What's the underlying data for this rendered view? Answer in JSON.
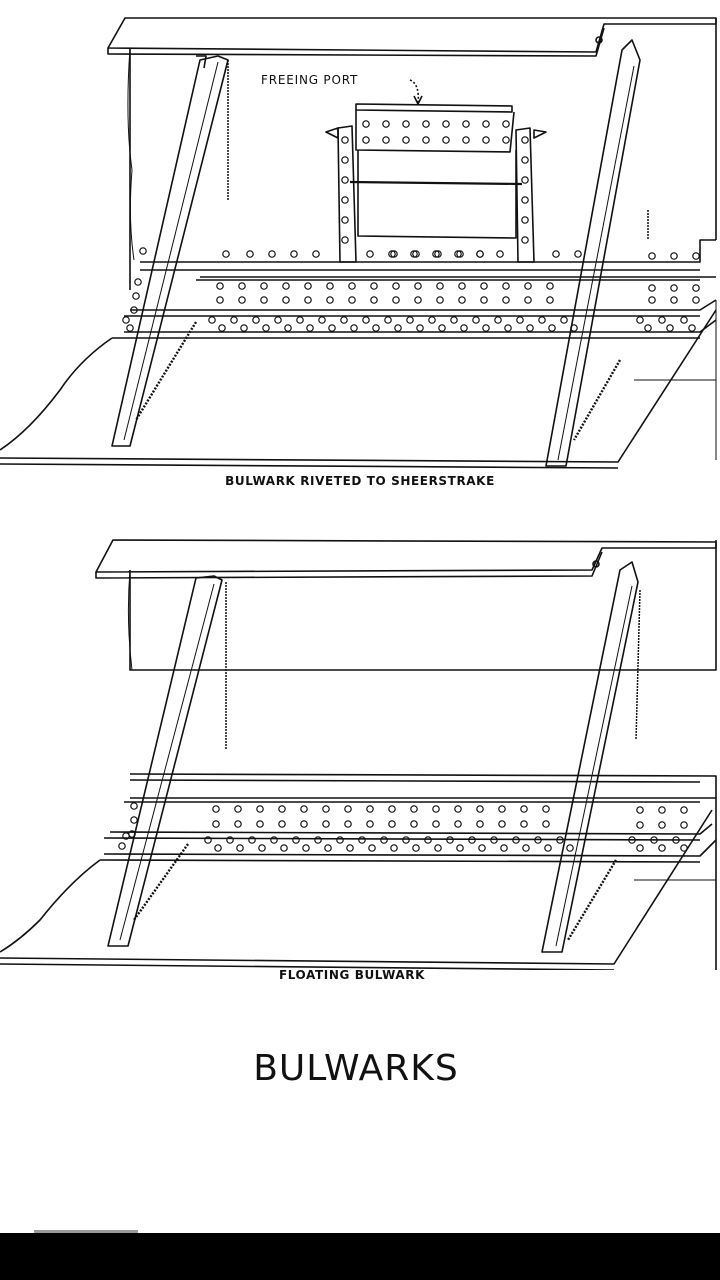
{
  "labels": {
    "freeing_port": "FREEING PORT",
    "caption_top": "BULWARK RIVETED TO SHEERSTRAKE",
    "caption_bottom": "FLOATING BULWARK",
    "title": "BULWARKS"
  },
  "colors": {
    "line": "#111111",
    "background": "#ffffff",
    "nav_bar": "#000000"
  }
}
